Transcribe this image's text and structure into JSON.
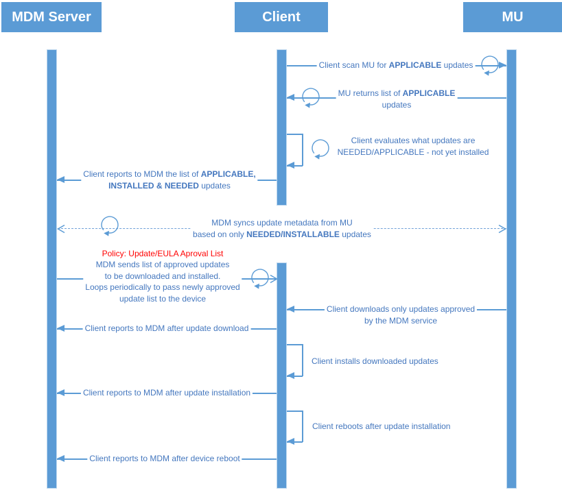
{
  "actors": {
    "mdm": "MDM Server",
    "client": "Client",
    "mu": "MU"
  },
  "colors": {
    "accent_blue": "#5B9BD5",
    "lifeline_border": "#BDD7EE",
    "message_text_blue": "#4477BE",
    "policy_red": "#FF0000",
    "background": "#FFFFFF"
  },
  "icons": {
    "loop": "circular-loop-arrow-icon",
    "open_arrowhead": "open-arrowhead-icon",
    "solid_arrowhead": "solid-arrowhead-icon"
  },
  "messages": {
    "scan": {
      "t1": "Client scan MU for ",
      "b1": "APPLICABLE",
      "t2": " updates"
    },
    "mu_returns": {
      "t1": "MU returns list of ",
      "b1": "APPLICABLE",
      "l2": "updates"
    },
    "evaluates": {
      "l1": "Client evaluates what updates are",
      "l2": "NEEDED/APPLICABLE - not yet installed"
    },
    "reports_list": {
      "l1t": "Client reports to MDM the list of ",
      "l1b": "APPLICABLE,",
      "l2b": "INSTALLED & NEEDED",
      "l2t": " updates"
    },
    "sync": {
      "l1": "MDM syncs update metadata from MU",
      "l2t1": "based on only ",
      "l2b": "NEEDED/INSTALLABLE",
      "l2t2": " updates"
    },
    "policy": {
      "title": "Policy: Update/EULA Aproval List",
      "l1": "MDM sends list of approved updates",
      "l2": "to be downloaded and installed.",
      "l3": "Loops periodically to pass newly approved",
      "l4": "update list to the device"
    },
    "downloads": {
      "l1": "Client downloads only updates approved",
      "l2": "by the MDM service"
    },
    "report_download": "Client reports to MDM after update download",
    "installs": "Client installs downloaded updates",
    "report_install": "Client reports to MDM after update installation",
    "reboots": "Client reboots after update installation",
    "report_reboot": "Client reports to MDM after device reboot"
  }
}
